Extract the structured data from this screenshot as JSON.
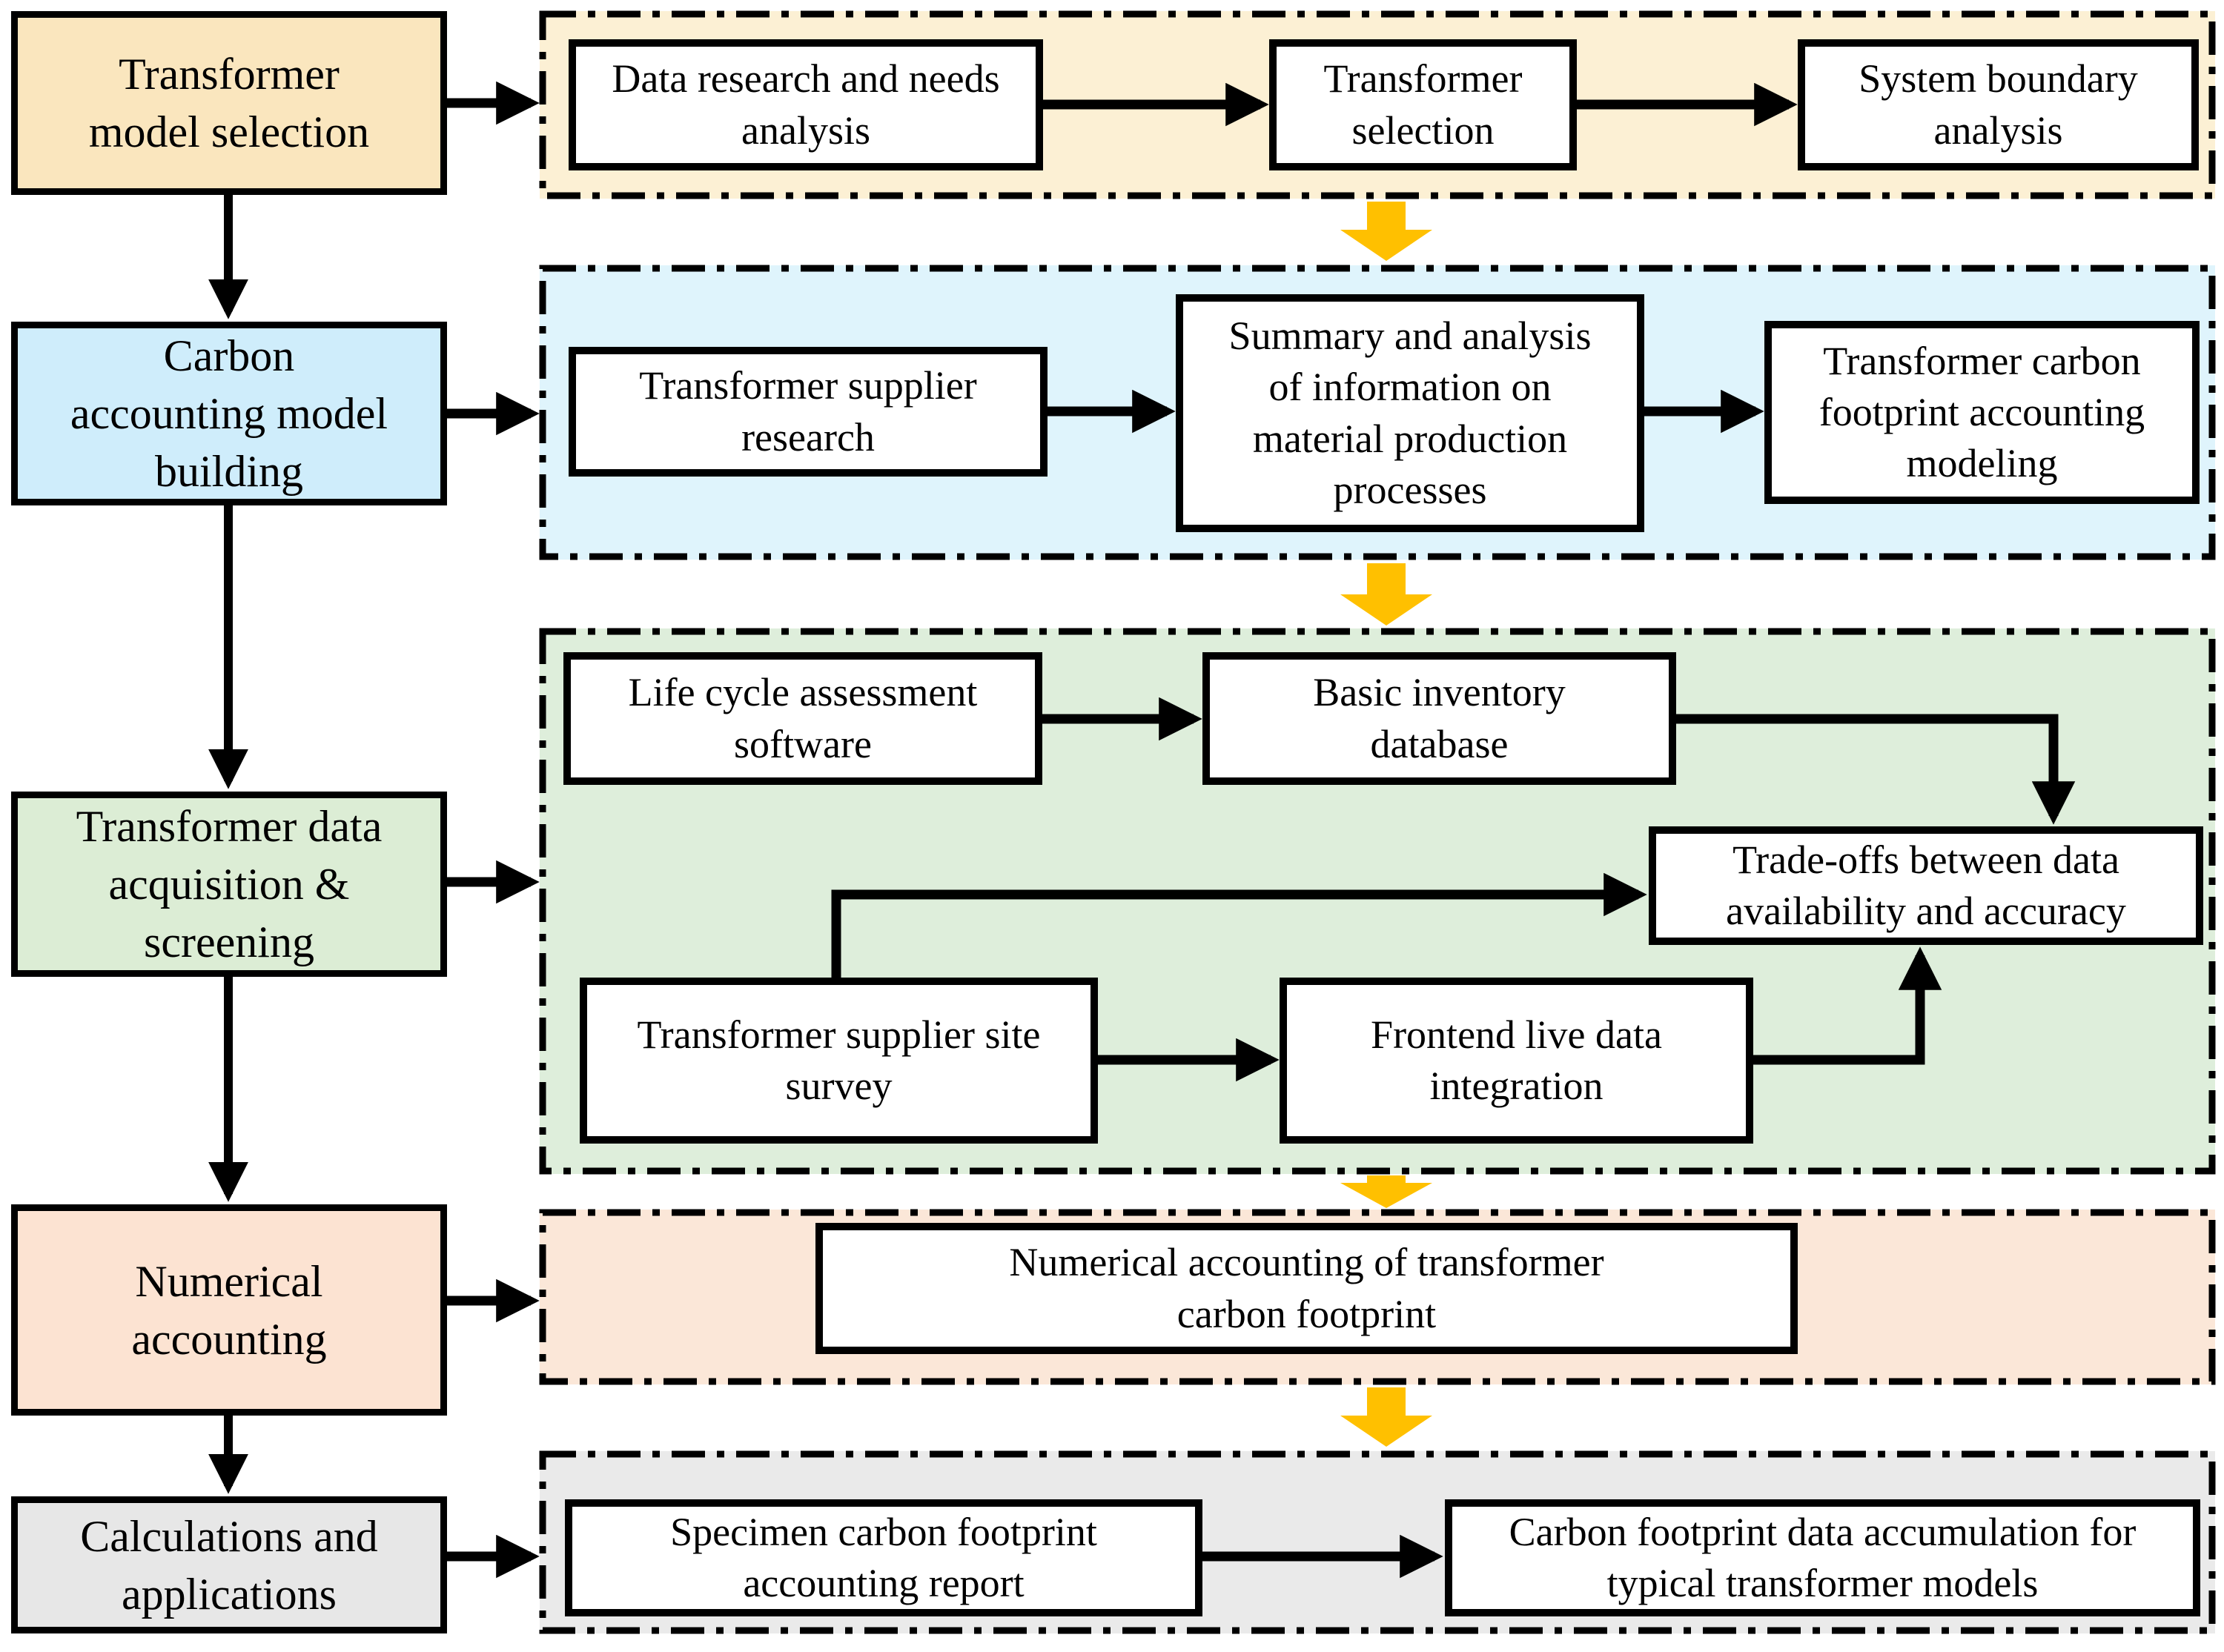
{
  "colors": {
    "accent_arrow": "#FFC000",
    "line": "#000000",
    "step_box_bg": "#FFFFFF"
  },
  "stages": [
    {
      "label": "Transformer\nmodel selection",
      "fill": "#FAE6BE"
    },
    {
      "label": "Carbon\naccounting model\nbuilding",
      "fill": "#CFEDFB"
    },
    {
      "label": "Transformer data\nacquisition &\nscreening",
      "fill": "#DCEDD5"
    },
    {
      "label": "Numerical\naccounting",
      "fill": "#FCE3D2"
    },
    {
      "label": "Calculations and\napplications",
      "fill": "#E7E7E7"
    }
  ],
  "panels": [
    {
      "fill": "#FCF0D4",
      "steps": [
        "Data research and needs\nanalysis",
        "Transformer\nselection",
        "System boundary\nanalysis"
      ]
    },
    {
      "fill": "#DFF4FC",
      "steps": [
        "Transformer supplier\nresearch",
        "Summary and analysis\nof information on\nmaterial production\nprocesses",
        "Transformer carbon\nfootprint accounting\nmodeling"
      ]
    },
    {
      "fill": "#DEEEDB",
      "steps": [
        "Life cycle assessment\nsoftware",
        "Basic inventory\ndatabase",
        "Trade-offs between data\navailability and accuracy",
        "Transformer supplier site\nsurvey",
        "Frontend live data\nintegration"
      ]
    },
    {
      "fill": "#FBE7D8",
      "steps": [
        "Numerical accounting of transformer\ncarbon footprint"
      ]
    },
    {
      "fill": "#EAEAEA",
      "steps": [
        "Specimen carbon footprint\naccounting report",
        "Carbon footprint data accumulation for\ntypical transformer models"
      ]
    }
  ]
}
